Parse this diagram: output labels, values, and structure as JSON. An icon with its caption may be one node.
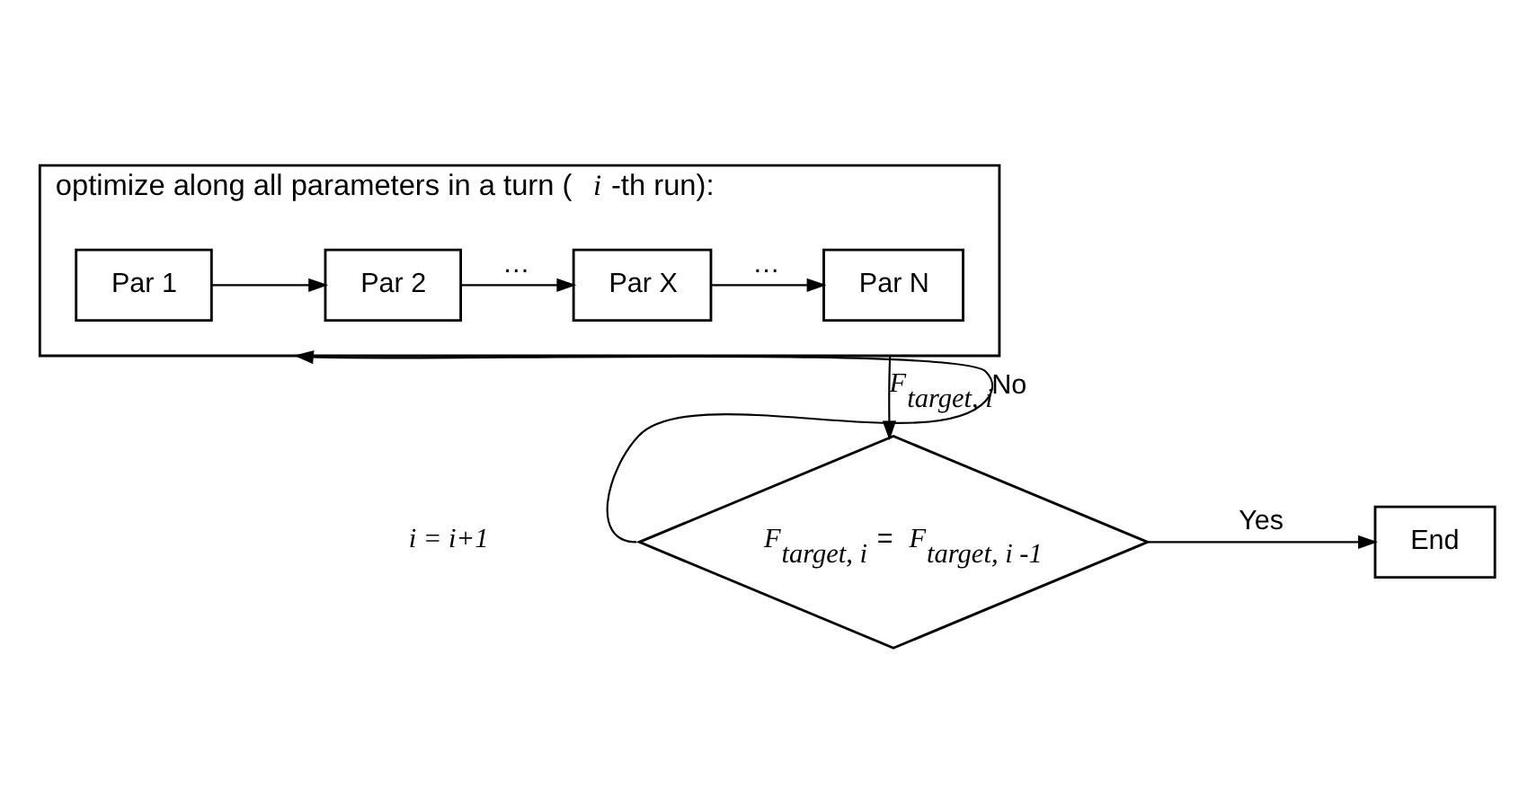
{
  "diagram": {
    "nodes": [
      {
        "text": [
          "optimize along all parameters in a turn ( *i* -th run):"
        ]
      },
      {
        "text": [
          "Par 1"
        ],
        "in": 0
      },
      {
        "text": [
          "Par 2"
        ],
        "in": 0
      },
      {
        "text": [
          "Par X"
        ],
        "in": 0
      },
      {
        "text": [
          "Par N"
        ],
        "in": 0
      },
      {
        "text": [
          "*F*$_{target, i}$ = *F*$_{target, i -1}$"
        ]
      },
      {
        "text": [
          "End"
        ]
      }
    ],
    "edges": [
      {
        "from": 1,
        "to": 2,
        "arrow": "to"
      },
      {
        "from": 2,
        "to": 3,
        "arrow": "to",
        "label": "…"
      },
      {
        "from": 3,
        "to": 4,
        "arrow": "to",
        "label": "…"
      },
      {
        "from": 0,
        "to": 5,
        "arrow": "to",
        "label": "*F*$_{target, i}$"
      },
      {
        "from": 5,
        "to": 6,
        "arrow": "to",
        "label": "Yes"
      },
      {
        "from": 5,
        "to": 0,
        "arrow": "to",
        "label": "No"
      }
    ],
    "labels": [
      "i = i+1"
    ]
  }
}
